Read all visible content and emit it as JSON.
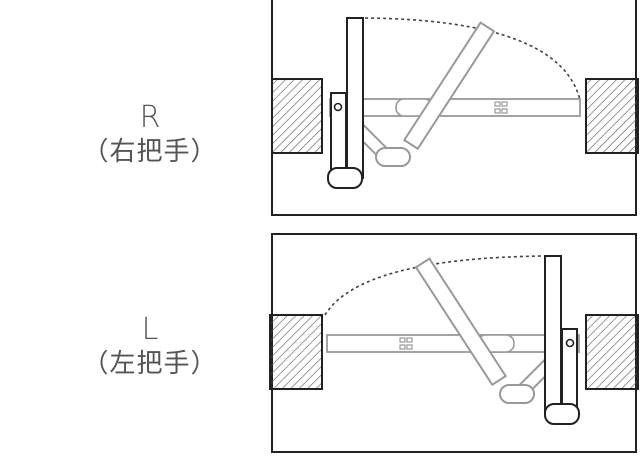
{
  "panels": [
    {
      "id": "r",
      "letter": "R",
      "subtitle": "（右把手）"
    },
    {
      "id": "l",
      "letter": "L",
      "subtitle": "（左把手）"
    }
  ],
  "colors": {
    "stroke": "#222222",
    "hatch": "#555555",
    "arm": "#999999",
    "text": "#555555"
  }
}
